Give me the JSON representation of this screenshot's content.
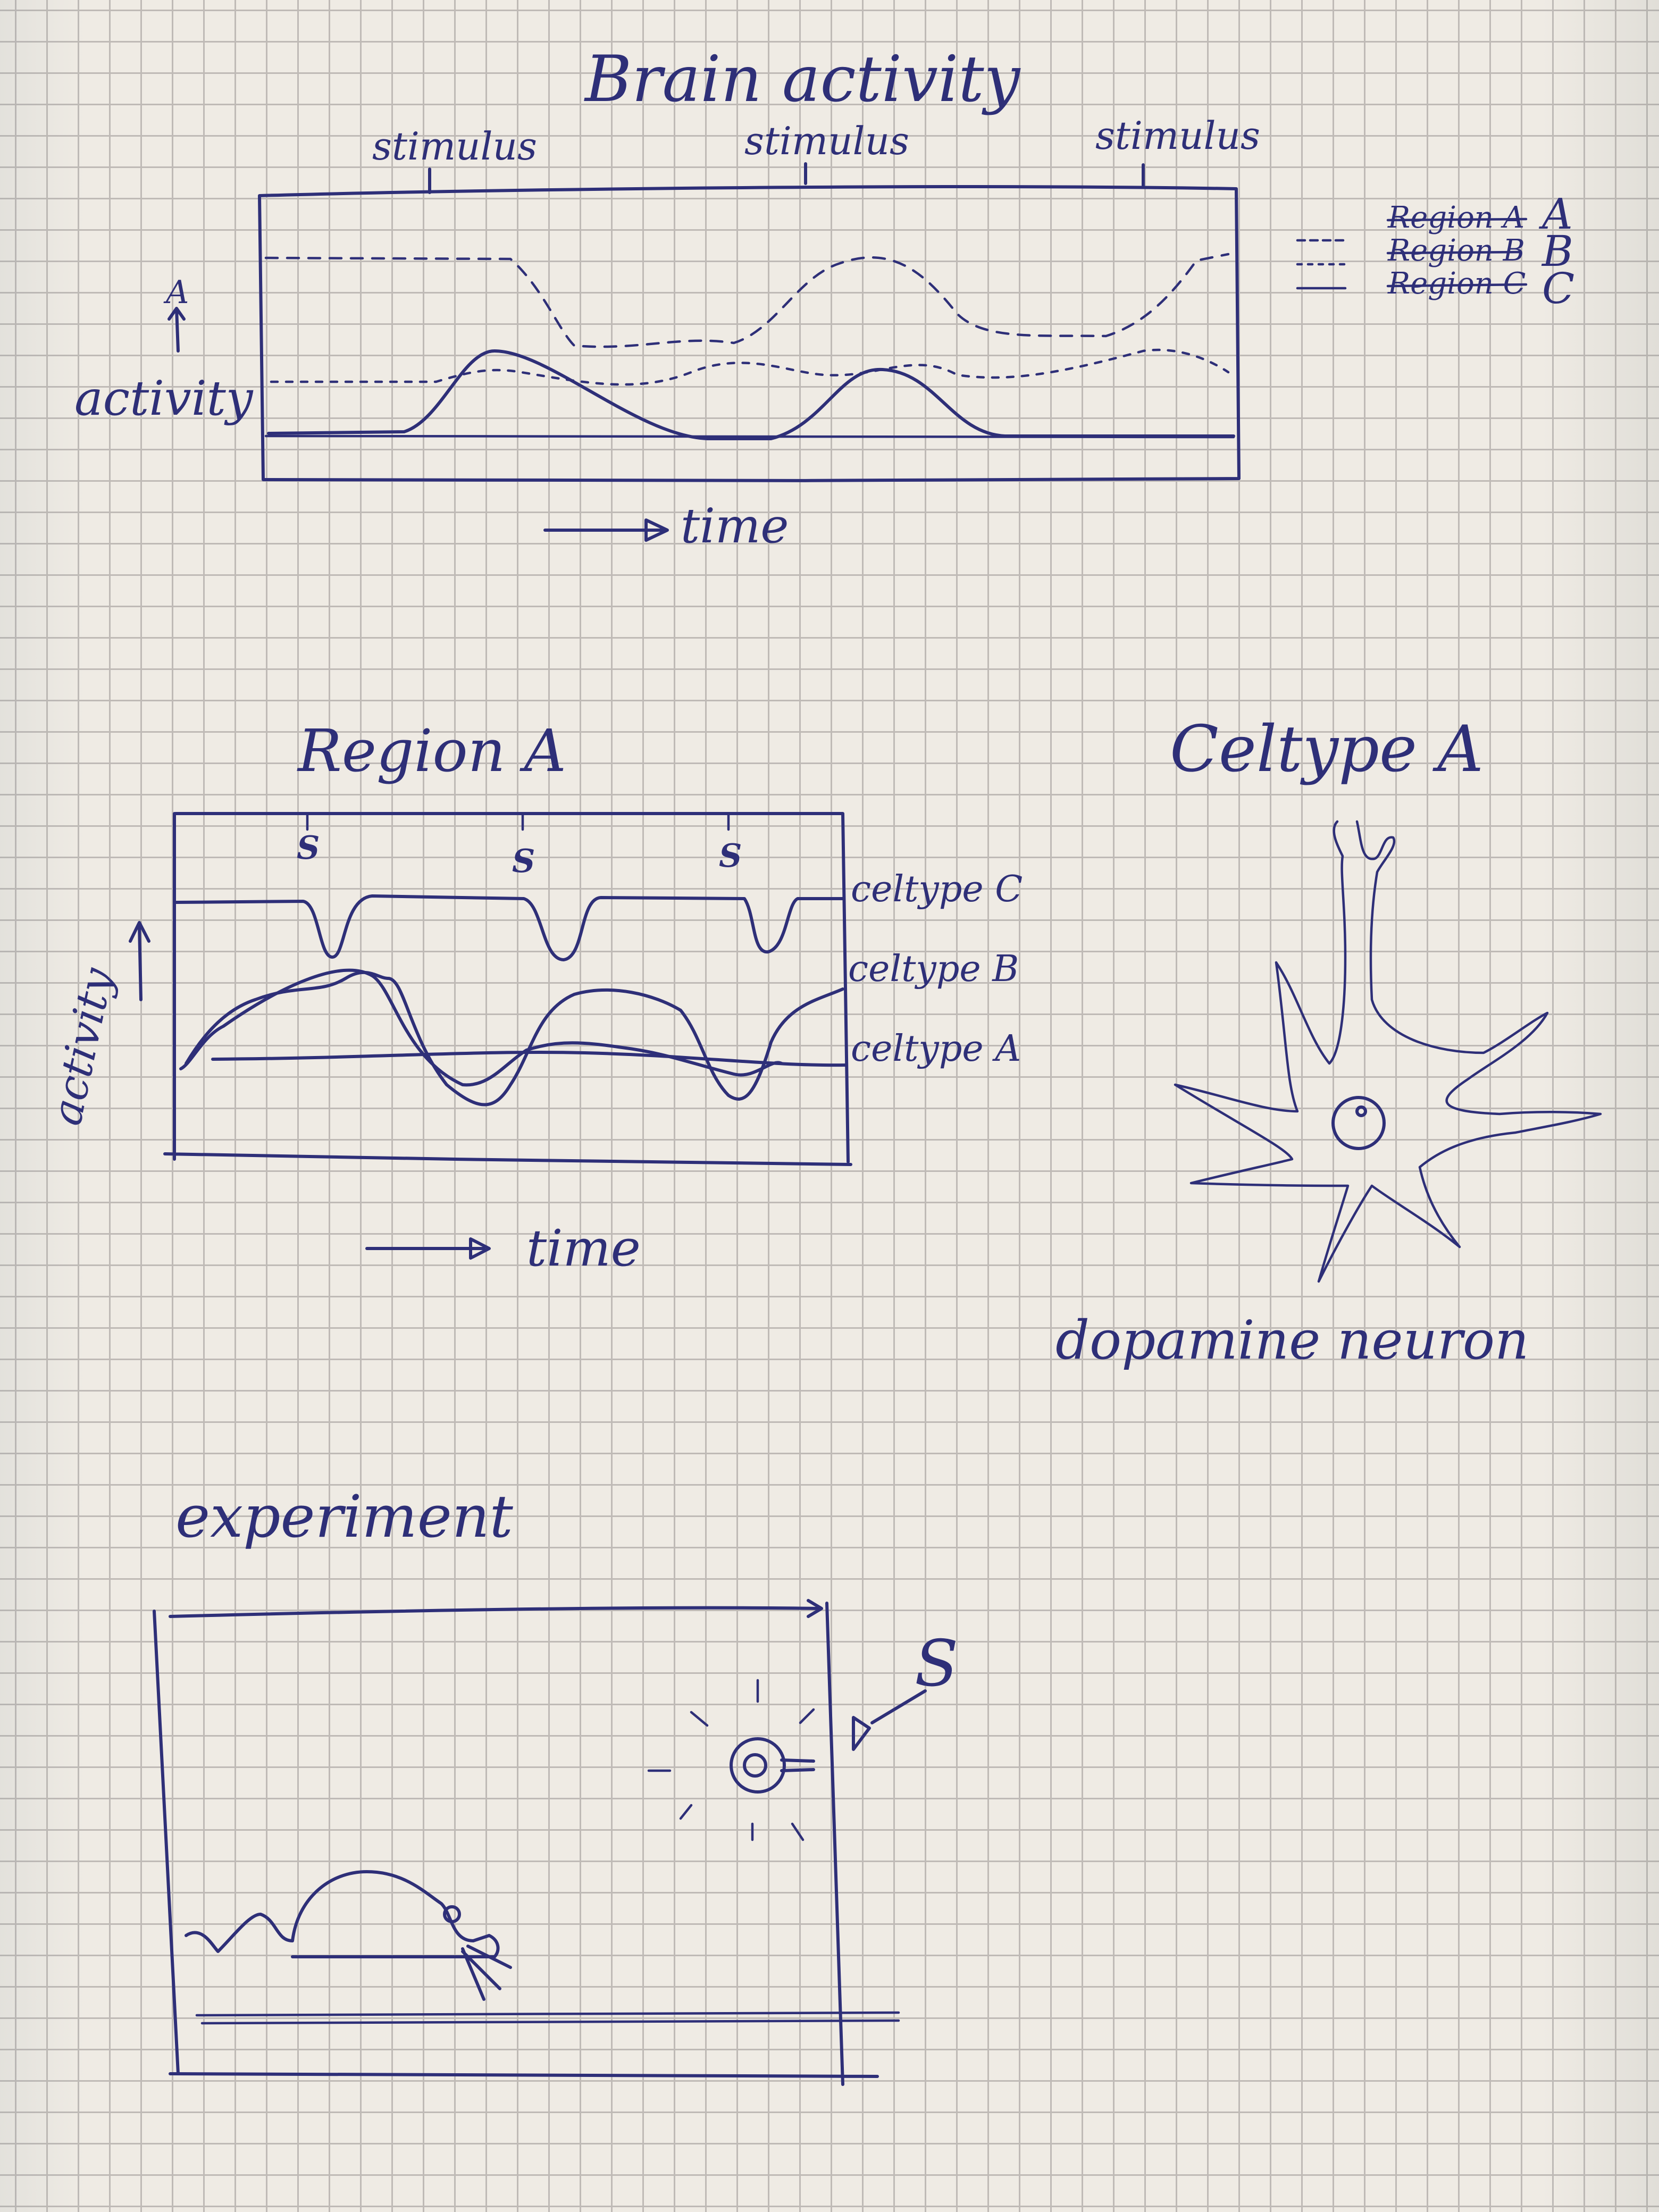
{
  "colors": {
    "ink": "#2e2f78",
    "paper": "#efebe4",
    "grid": "#bfbab6"
  },
  "brain_activity": {
    "title": "Brain activity",
    "stimulus_labels": [
      "stimulus",
      "stimulus",
      "stimulus"
    ],
    "y_label": "activity",
    "x_label": "time",
    "legend": [
      "Region A",
      "Region B",
      "Region C"
    ],
    "legend_suffixes": [
      "A",
      "B",
      "C"
    ]
  },
  "region_a": {
    "title": "Region A",
    "stimulus_marks": [
      "S",
      "S",
      "S"
    ],
    "y_label": "activity",
    "x_label": "time",
    "series_labels": [
      "celtype C",
      "celtype B",
      "celtype A"
    ]
  },
  "celltype": {
    "title": "Celtype A",
    "caption": "dopamine neuron"
  },
  "experiment": {
    "title": "experiment",
    "stimulus_label": "S"
  }
}
